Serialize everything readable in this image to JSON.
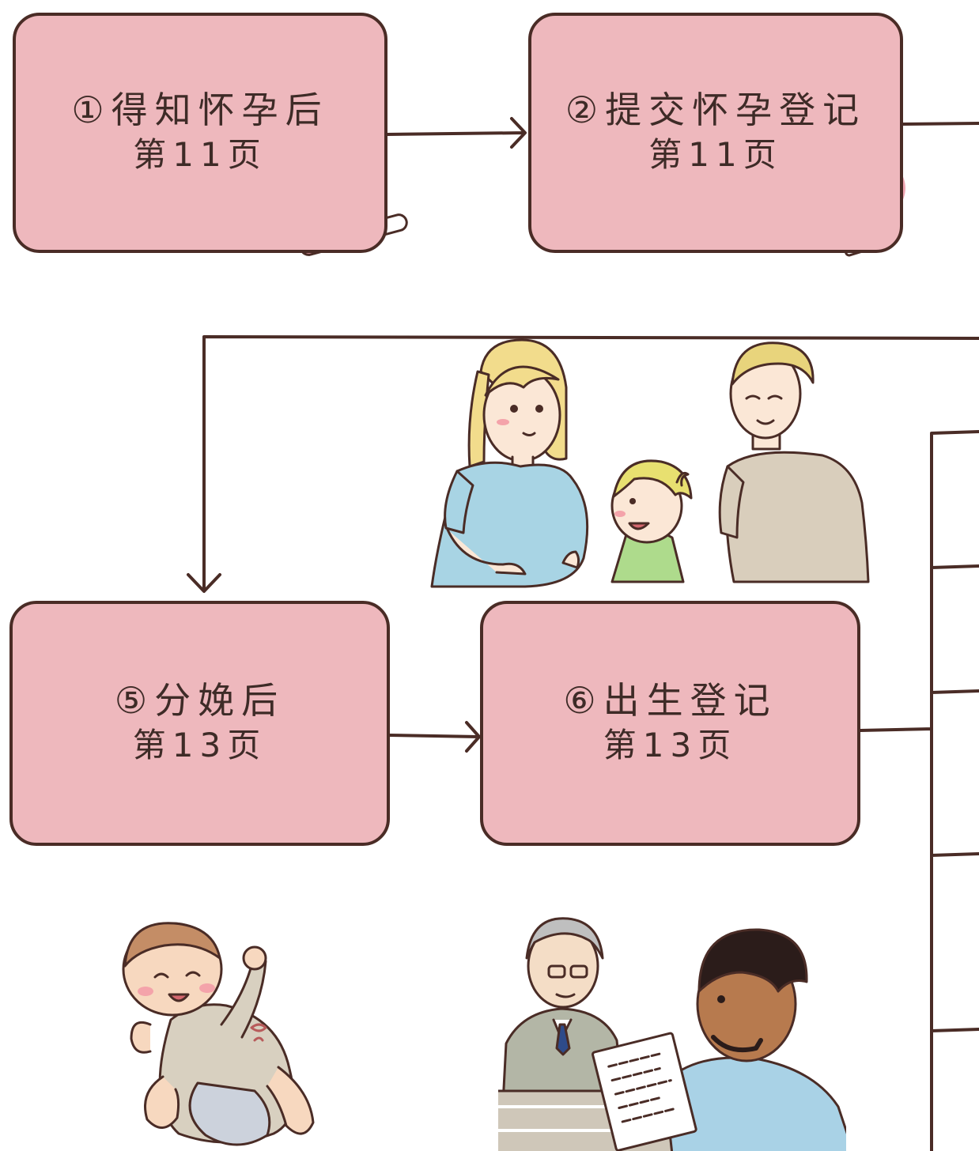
{
  "colors": {
    "box_fill": "#eeb8bd",
    "outline": "#4a2c26",
    "text": "#3e2b27",
    "background": "#ffffff"
  },
  "steps": [
    {
      "title": "①得知怀孕后",
      "page": "第11页"
    },
    {
      "title": "②提交怀孕登记",
      "page": "第11页"
    },
    {
      "title": "⑤分娩后",
      "page": "第13页"
    },
    {
      "title": "⑥出生登记",
      "page": "第13页"
    }
  ],
  "illustrations": [
    "pregnancy-test-icon",
    "registration-document-icon",
    "family-illustration",
    "baby-illustration",
    "registration-office-illustration"
  ]
}
